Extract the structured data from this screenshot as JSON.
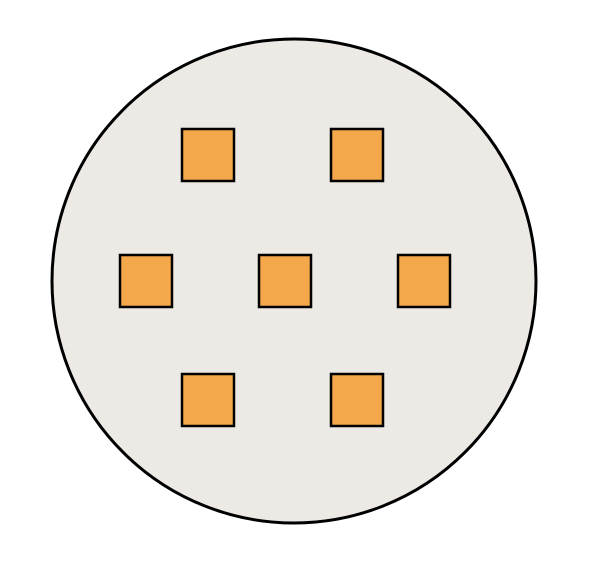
{
  "colors": {
    "background": "#ffffff",
    "circle_fill": "#edeae6",
    "circle_stroke": "#000000",
    "square_fill": "#f4a74b",
    "square_stroke": "#000000"
  },
  "shapes": {
    "container": "circle",
    "item": "square",
    "item_count": 7,
    "rows": [
      2,
      3,
      2
    ]
  }
}
